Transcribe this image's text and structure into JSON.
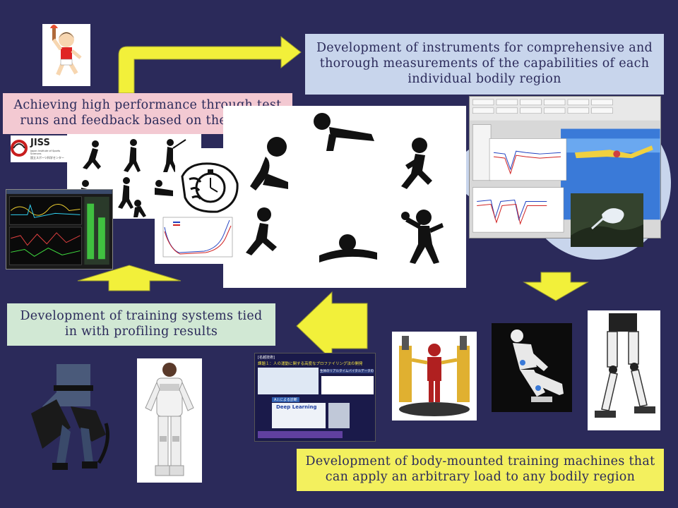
{
  "boxes": {
    "top_right": "Development of instruments for comprehensive and thorough measurements of the capabilities of each individual bodily region",
    "top_left": "Achieving high performance through test runs and feedback based on the results",
    "mid_left": "Development of training systems tied in with profiling results",
    "bottom_right": "Development of body-mounted training machines that can apply an arbitrary load to any bodily region"
  },
  "logo": {
    "name": "JISS",
    "subtitle": "Japan Institute of Sports Sciences",
    "jp": "国立スポーツ科学センター"
  },
  "slide": {
    "title_jp": "課題１：人の運動に関する高度なプロファイリング法の開発",
    "sub_jp": "生体のリアルタイムバイタルデータの取得",
    "deep_learning": "Deep Learning",
    "ai_label": "A.I.による診断",
    "badge": "[名越技術]"
  },
  "colors": {
    "background": "#2b2a5a",
    "box_blue": "#c8d5ec",
    "box_pink": "#f3c9d2",
    "box_green": "#d1e8d4",
    "box_yellow": "#f3f05e",
    "arrow_yellow": "#f2f03a"
  }
}
